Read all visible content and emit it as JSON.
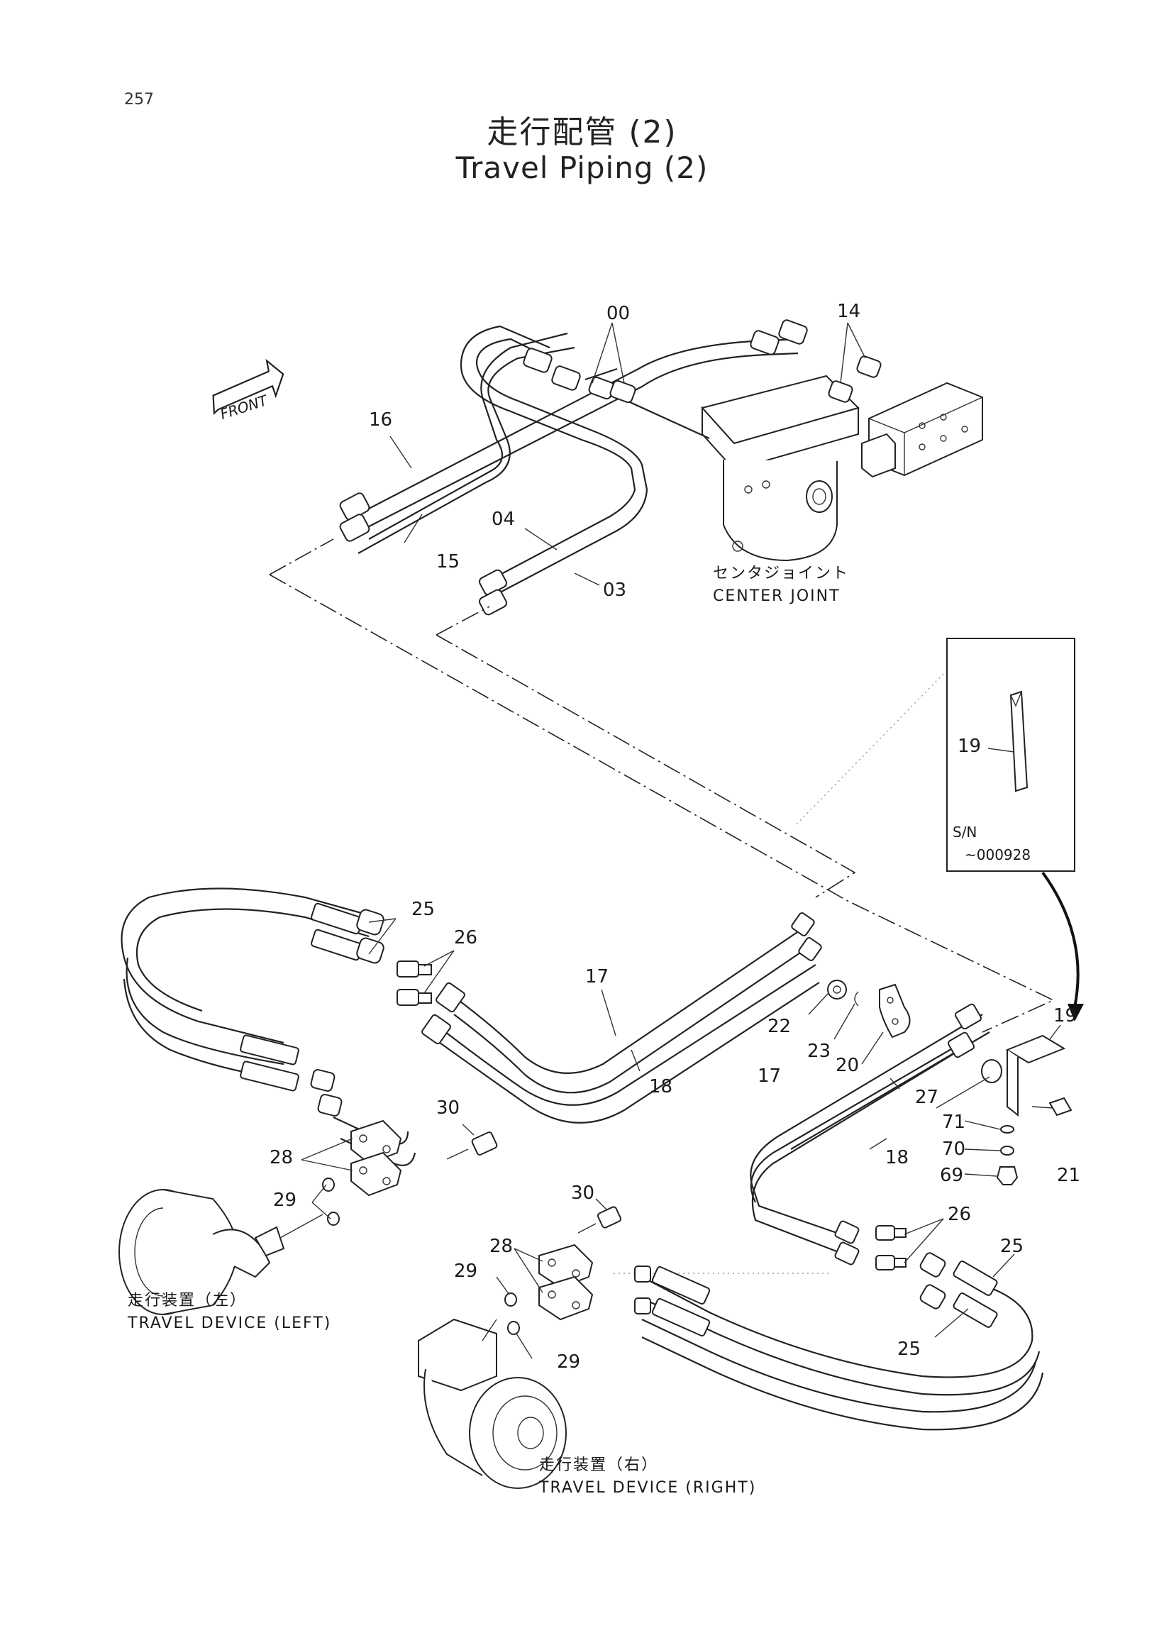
{
  "page_number": "257",
  "title_jp": "走行配管 (2)",
  "title_en": "Travel Piping (2)",
  "front_label": "FRONT",
  "captions": {
    "center_joint_jp": "センタジョイント",
    "center_joint_en": "CENTER JOINT",
    "travel_left_jp": "走行装置（左）",
    "travel_left_en": "TRAVEL DEVICE (LEFT)",
    "travel_right_jp": "走行装置（右）",
    "travel_right_en": "TRAVEL DEVICE (RIGHT)"
  },
  "inset": {
    "part": "19",
    "sn_label": "S/N",
    "sn_range": "~000928"
  },
  "part_numbers": {
    "p00": "00",
    "p14": "14",
    "p16": "16",
    "p15": "15",
    "p04": "04",
    "p03": "03",
    "p25a": "25",
    "p26a": "26",
    "p17a": "17",
    "p18a": "18",
    "p22": "22",
    "p23": "23",
    "p20": "20",
    "p19": "19",
    "p17b": "17",
    "p18b": "18",
    "p27": "27",
    "p71": "71",
    "p70": "70",
    "p69": "69",
    "p21": "21",
    "p30a": "30",
    "p28a": "28",
    "p29a": "29",
    "p30b": "30",
    "p28b": "28",
    "p29b": "29",
    "p29c": "29",
    "p26b": "26",
    "p25b": "25",
    "p25c": "25"
  }
}
